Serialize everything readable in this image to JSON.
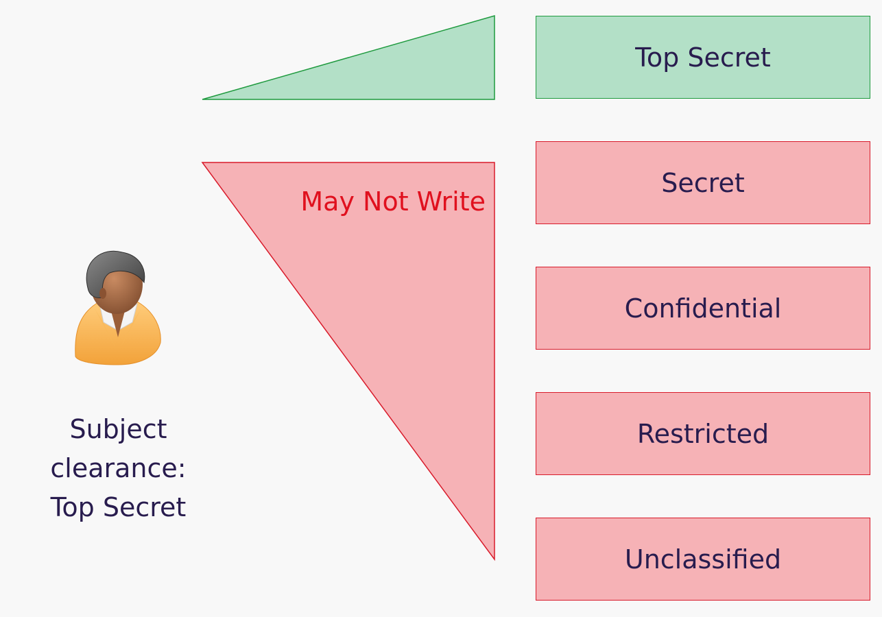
{
  "diagram": {
    "subject": {
      "label_line1": "Subject clearance:",
      "label_line2": "Top Secret",
      "icon": "user-icon"
    },
    "levels": [
      {
        "label": "Top Secret",
        "status": "allowed"
      },
      {
        "label": "Secret",
        "status": "denied"
      },
      {
        "label": "Confidential",
        "status": "denied"
      },
      {
        "label": "Restricted",
        "status": "denied"
      },
      {
        "label": "Unclassified",
        "status": "denied"
      }
    ],
    "denied_annotation": "May Not Write",
    "colors": {
      "background": "#f8f8f8",
      "allowed_fill": "#b3e0c7",
      "allowed_stroke": "#1e9a3e",
      "denied_fill": "#f6b2b6",
      "denied_stroke": "#d81a2a",
      "denied_text": "#e0101e",
      "text": "#281c4e"
    }
  }
}
